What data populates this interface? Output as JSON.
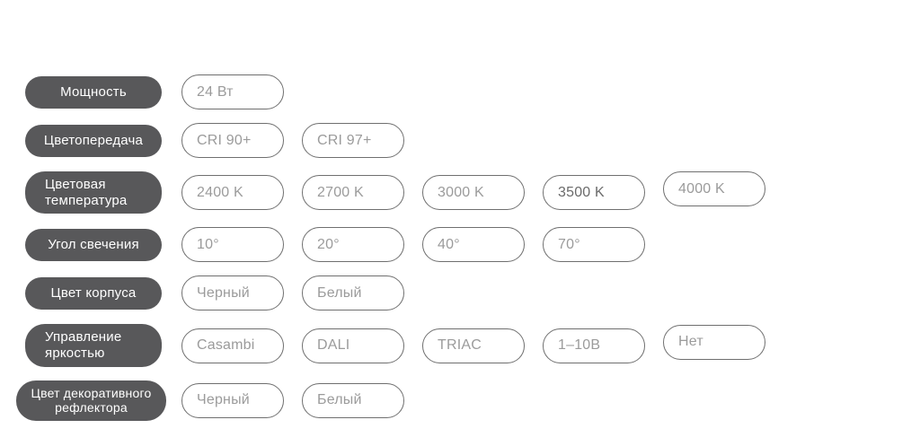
{
  "colors": {
    "label_bg": "#58585a",
    "label_text": "#ffffff",
    "option_border": "#6f6f6f",
    "option_text": "#9b9b9b",
    "option_text_emphasized": "#6a6a6a"
  },
  "rows": [
    {
      "label": "Мощность",
      "options": [
        {
          "text": "24 Вт"
        }
      ]
    },
    {
      "label": "Цветопередача",
      "options": [
        {
          "text": "CRI 90+"
        },
        {
          "text": "CRI 97+"
        }
      ]
    },
    {
      "label": "Цветовая температура",
      "options": [
        {
          "text": "2400 K"
        },
        {
          "text": "2700 K"
        },
        {
          "text": "3000 K"
        },
        {
          "text": "3500 K",
          "emphasized": true
        },
        {
          "text": "4000 K"
        }
      ]
    },
    {
      "label": "Угол свечения",
      "options": [
        {
          "text": "10°"
        },
        {
          "text": "20°"
        },
        {
          "text": "40°"
        },
        {
          "text": "70°"
        }
      ]
    },
    {
      "label": "Цвет корпуса",
      "options": [
        {
          "text": "Черный"
        },
        {
          "text": "Белый"
        }
      ]
    },
    {
      "label": "Управление яркостью",
      "options": [
        {
          "text": "Casambi"
        },
        {
          "text": "DALI"
        },
        {
          "text": "TRIAC"
        },
        {
          "text": "1–10В"
        },
        {
          "text": "Нет"
        }
      ]
    },
    {
      "label": "Цвет декоративного рефлектора",
      "options": [
        {
          "text": "Черный"
        },
        {
          "text": "Белый"
        }
      ]
    }
  ]
}
